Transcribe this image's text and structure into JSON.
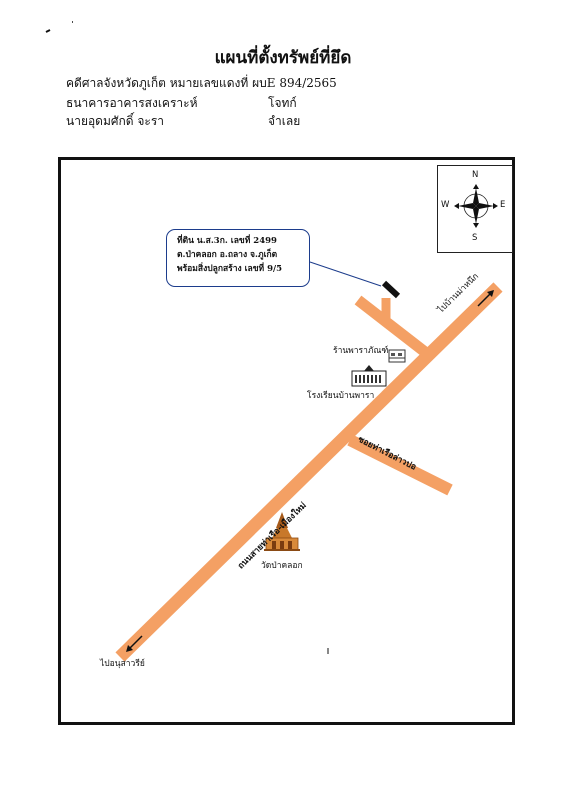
{
  "header": {
    "title": "แผนที่ตั้งทรัพย์ที่ยึด",
    "line1": "คดีศาลจังหวัดภูเก็ต หมายเลขแดงที่ ผบE 894/2565",
    "line2_left": "ธนาคารอาคารสงเคราะห์",
    "line2_right": "โจทก์",
    "line3_left": "นายอุดมศักดิ์ จะรา",
    "line3_right": "จำเลย"
  },
  "callout": {
    "line1": "ที่ดิน น.ส.3ก. เลขที่ 2499",
    "line2": "ต.ป่าคลอก อ.ถลาง จ.ภูเก็ต",
    "line3": "พร้อมสิ่งปลูกสร้าง เลขที่ 9/5"
  },
  "compass": {
    "n": "N",
    "s": "S",
    "e": "E",
    "w": "W"
  },
  "labels": {
    "to_ban_mai_nuea": "ไปบ้านม่าหนึก",
    "to_thalang": "ไปอนุสาวรีย์",
    "main_road": "ถนนสายท่าเรือ-เมืองใหม่",
    "soi_road": "ซอยท่าเรือล่าวปอ",
    "shop": "ร้านพาราภัณฑ์",
    "school": "โรงเรียนบ้านพารา",
    "temple": "วัดป่าคลอก"
  },
  "colors": {
    "road": "#f4a064",
    "callout_border": "#1c3c8c",
    "temple": "#c8782a"
  }
}
